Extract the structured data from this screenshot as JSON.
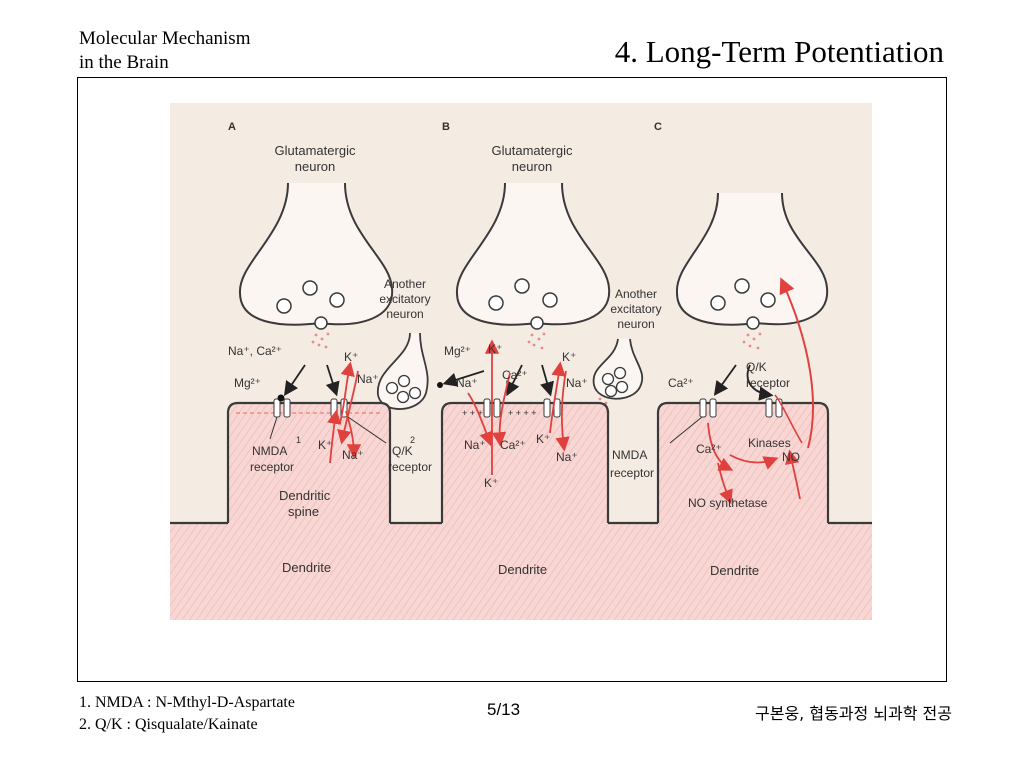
{
  "header": {
    "course_line1": "Molecular Mechanism",
    "course_line2": "in the Brain",
    "title": "4. Long-Term Potentiation"
  },
  "figure": {
    "panels": [
      {
        "letter": "A",
        "neuron_line1": "Glutamatergic",
        "neuron_line2": "neuron",
        "other_line1": "Another",
        "other_line2": "excitatory",
        "other_line3": "neuron",
        "ions_in": "Na⁺, Ca²⁺",
        "mg": "Mg²⁺",
        "k_out": "K⁺",
        "na_out": "Na⁺",
        "k_in": "K⁺",
        "na_in": "Na⁺",
        "nmda_line1": "NMDA",
        "nmda_line2": "receptor",
        "qk_line1": "Q/K",
        "qk_line2": "receptor",
        "footnote1": "1",
        "footnote2": "2",
        "spine_line1": "Dendritic",
        "spine_line2": "spine",
        "dendrite": "Dendrite"
      },
      {
        "letter": "B",
        "neuron_line1": "Glutamatergic",
        "neuron_line2": "neuron",
        "other_line1": "Another",
        "other_line2": "excitatory",
        "other_line3": "neuron",
        "mg": "Mg²⁺",
        "k1": "K⁺",
        "ca": "Ca²⁺",
        "k2": "K⁺",
        "na_left": "Na⁺",
        "na_right": "Na⁺",
        "plus_row": "+ + +",
        "plus_row2": "+ + + +",
        "na_in": "Na⁺",
        "ca_in": "Ca²⁺",
        "k_in": "K⁺",
        "na_in2": "Na⁺",
        "k_bottom": "K⁺",
        "dendrite": "Dendrite"
      },
      {
        "letter": "C",
        "ca": "Ca²⁺",
        "qk_line1": "Q/K",
        "qk_line2": "receptor",
        "nmda_line1": "NMDA",
        "nmda_line2": "receptor",
        "ca_in": "Ca²⁺",
        "kinases": "Kinases",
        "no": "NO",
        "no_synthetase": "NO synthetase",
        "dendrite": "Dendrite"
      }
    ]
  },
  "footer": {
    "note1": "1. NMDA : N-Mthyl-D-Aspartate",
    "note2": "2. Q/K : Qisqualate/Kainate",
    "page": "5/13",
    "course_kr": "구본웅, 협동과정 뇌과학 전공"
  },
  "colors": {
    "figure_bg": "#f4ebe3",
    "cell_fill": "#f7d3d0",
    "arrow_red": "#e0413e",
    "line": "#3a3a3a"
  }
}
